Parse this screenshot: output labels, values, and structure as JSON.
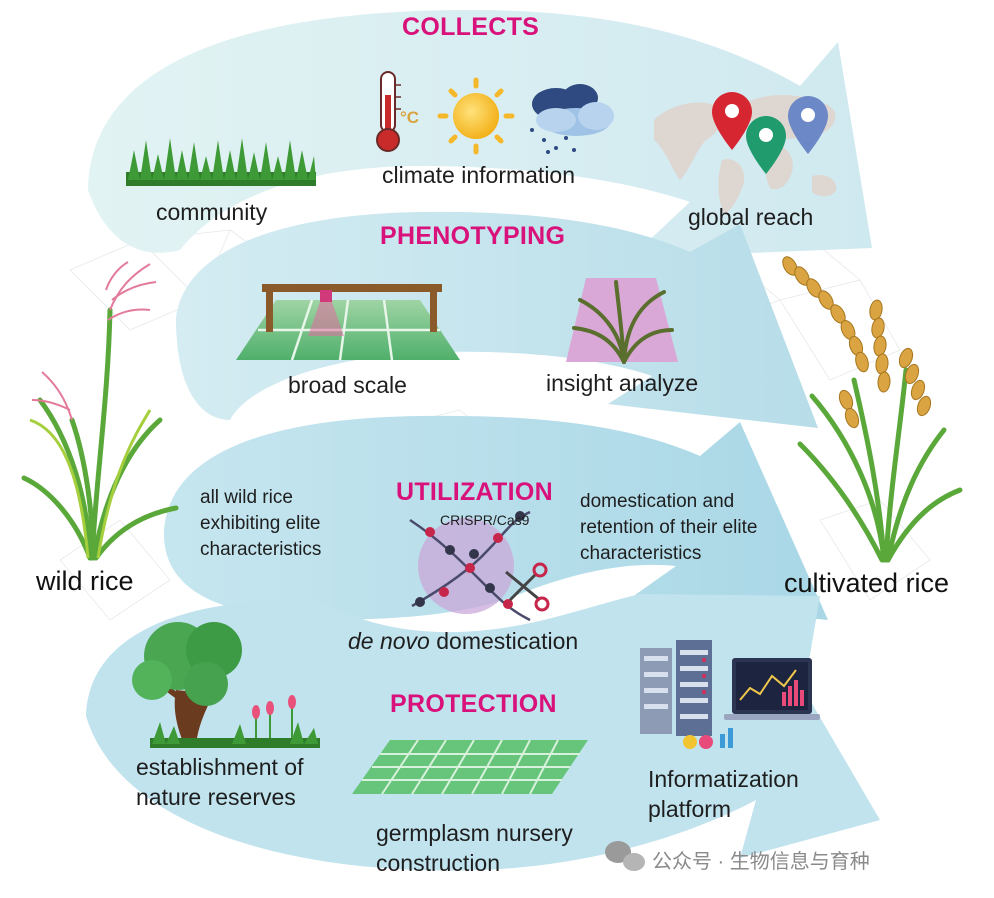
{
  "sections": {
    "collects": "COLLECTS",
    "phenotyping": "PHENOTYPING",
    "utilization": "UTILIZATION",
    "protection": "PROTECTION"
  },
  "collects": {
    "climate": "climate information",
    "community": "community",
    "global": "global reach",
    "temp_unit": "°C"
  },
  "phenotyping": {
    "broad": "broad scale",
    "insight": "insight analyze"
  },
  "utilization": {
    "left_text": "all wild rice exhibiting elite characteristics",
    "right_text": "domestication and retention of their elite characteristics",
    "crispr": "CRISPR/Cas9",
    "denovo_italic": "de novo",
    "denovo_rest": " domestication"
  },
  "protection": {
    "reserves": "establishment of nature reserves",
    "nursery": "germplasm nursery construction",
    "platform": "Informatization platform"
  },
  "ends": {
    "wild": "wild rice",
    "cultivated": "cultivated rice"
  },
  "watermark": "公众号 · 生物信息与育种",
  "colors": {
    "arrow": "#bfe3ee",
    "heading": "#d9127b",
    "pin_red": "#d62631",
    "pin_green": "#1f9b6e",
    "pin_blue": "#6c88c6",
    "grain": "#d9a441"
  }
}
